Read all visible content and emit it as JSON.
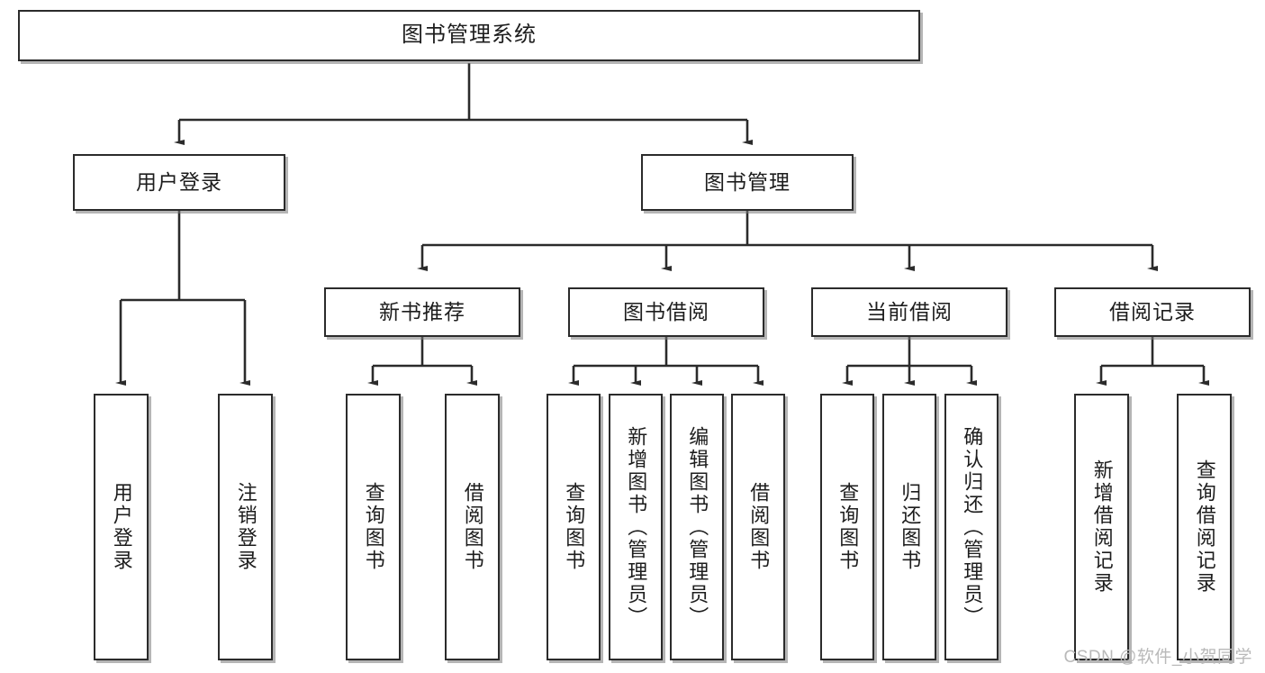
{
  "diagram": {
    "title": "图书管理系统",
    "watermark": "CSDN @软件_小贺同学",
    "line_color": "#2b2b2b",
    "box_fill": "#ffffff",
    "text_color": "#1d1d1d",
    "shadow_color": "#787878",
    "root": {
      "label": "图书管理系统"
    },
    "level2": [
      {
        "label": "用户登录"
      },
      {
        "label": "图书管理"
      }
    ],
    "level3": [
      {
        "label": "新书推荐"
      },
      {
        "label": "图书借阅"
      },
      {
        "label": "当前借阅"
      },
      {
        "label": "借阅记录"
      }
    ],
    "leaves": {
      "user_login": [
        {
          "label": "用户登录"
        },
        {
          "label": "注销登录"
        }
      ],
      "new_book_recommend": [
        {
          "label": "查询图书"
        },
        {
          "label": "借阅图书"
        }
      ],
      "book_borrow": [
        {
          "label": "查询图书"
        },
        {
          "label": "新增图书（管理员）"
        },
        {
          "label": "编辑图书（管理员）"
        },
        {
          "label": "借阅图书"
        }
      ],
      "current_borrow": [
        {
          "label": "查询图书"
        },
        {
          "label": "归还图书"
        },
        {
          "label": "确认归还（管理员）"
        }
      ],
      "borrow_record": [
        {
          "label": "新增借阅记录"
        },
        {
          "label": "查询借阅记录"
        }
      ]
    }
  }
}
